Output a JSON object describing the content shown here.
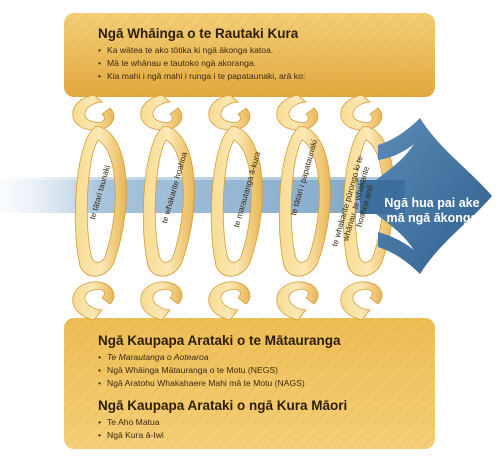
{
  "top_panel": {
    "title": "Ngā Whāinga o te Rautaki Kura",
    "bullets": [
      "Ka wātea te ako tōtika ki ngā ākonga katoa.",
      "Mā te whānau e tautoko ngā akoranga.",
      "Kia mahi i ngā mahi i runga i te papataunaki, arā ko:"
    ]
  },
  "coils": [
    "te tātari taunaki",
    "te whakarite hoahoa",
    "te marautanga ā-kura",
    "te tātari i papataunaki",
    "te whakarite pūrongo ki te whānau, te whakarite hoahoa anō"
  ],
  "arrow_label": "Ngā hua pai ake mā ngā ākonga",
  "bottom_panel": {
    "title": "Ngā Kaupapa Arataki o te Mātauranga",
    "bullets": [
      "Te Marautanga o Aotearoa",
      "Ngā Whāinga Mātauranga o te Motu (NEGS)",
      "Ngā Aratohu Whakahaere Mahi mā te Motu (NAGS)"
    ],
    "title2": "Ngā Kaupapa Arataki o ngā Kura Māori",
    "bullets2": [
      "Te Aho Matua",
      "Ngā Kura ā-Iwi"
    ]
  },
  "colors": {
    "panel_gold": "#e9b64c",
    "panel_light": "#f6d98c",
    "arrow_blue": "#3c6f9e",
    "arrow_light": "#c9dced",
    "text": "#3a2a10"
  }
}
